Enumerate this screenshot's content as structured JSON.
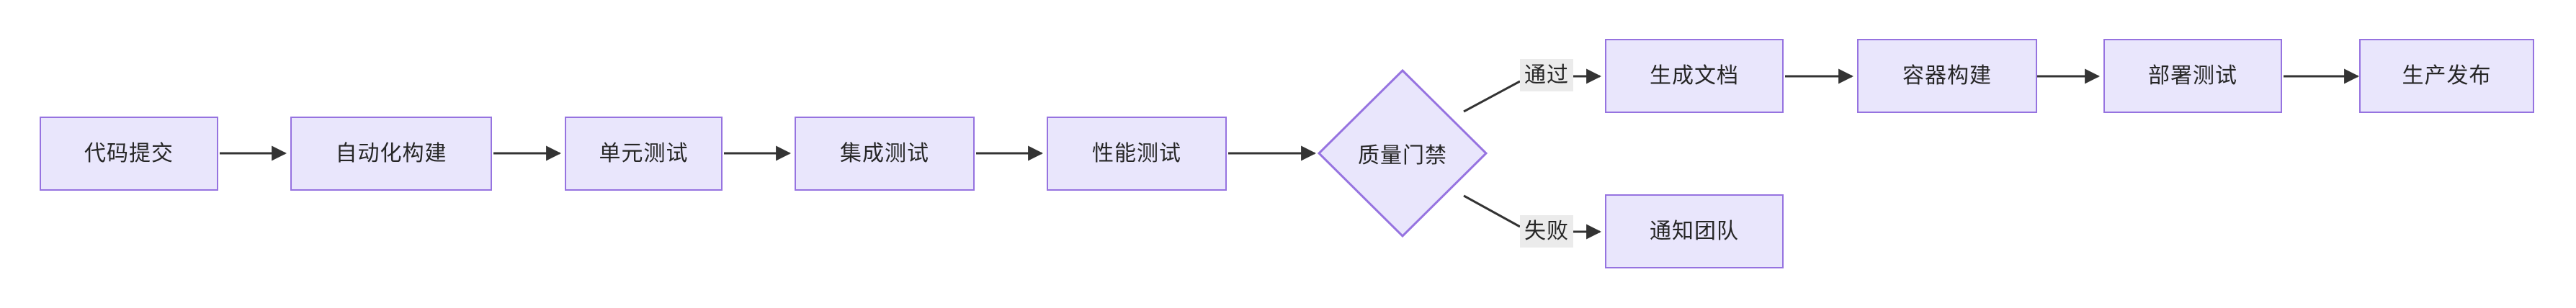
{
  "diagram": {
    "type": "flowchart",
    "direction": "left-to-right",
    "background": "#ffffff",
    "theme": {
      "node_fill": "#e9e6fc",
      "node_stroke": "#9673e0",
      "node_text": "#262626",
      "edge_stroke": "#333333",
      "edge_label_bg": "#ebebeb"
    },
    "nodes": [
      {
        "id": "n1",
        "label": "代码提交",
        "shape": "rect"
      },
      {
        "id": "n2",
        "label": "自动化构建",
        "shape": "rect"
      },
      {
        "id": "n3",
        "label": "单元测试",
        "shape": "rect"
      },
      {
        "id": "n4",
        "label": "集成测试",
        "shape": "rect"
      },
      {
        "id": "n5",
        "label": "性能测试",
        "shape": "rect"
      },
      {
        "id": "n6",
        "label": "质量门禁",
        "shape": "diamond"
      },
      {
        "id": "n7",
        "label": "生成文档",
        "shape": "rect"
      },
      {
        "id": "n8",
        "label": "容器构建",
        "shape": "rect"
      },
      {
        "id": "n9",
        "label": "部署测试",
        "shape": "rect"
      },
      {
        "id": "n10",
        "label": "生产发布",
        "shape": "rect"
      },
      {
        "id": "n11",
        "label": "通知团队",
        "shape": "rect"
      }
    ],
    "edges": [
      {
        "from": "n1",
        "to": "n2",
        "label": ""
      },
      {
        "from": "n2",
        "to": "n3",
        "label": ""
      },
      {
        "from": "n3",
        "to": "n4",
        "label": ""
      },
      {
        "from": "n4",
        "to": "n5",
        "label": ""
      },
      {
        "from": "n5",
        "to": "n6",
        "label": ""
      },
      {
        "from": "n6",
        "to": "n7",
        "label": "通过"
      },
      {
        "from": "n6",
        "to": "n11",
        "label": "失败"
      },
      {
        "from": "n7",
        "to": "n8",
        "label": ""
      },
      {
        "from": "n8",
        "to": "n9",
        "label": ""
      },
      {
        "from": "n9",
        "to": "n10",
        "label": ""
      }
    ],
    "edge_labels": {
      "pass": "通过",
      "fail": "失败"
    }
  }
}
